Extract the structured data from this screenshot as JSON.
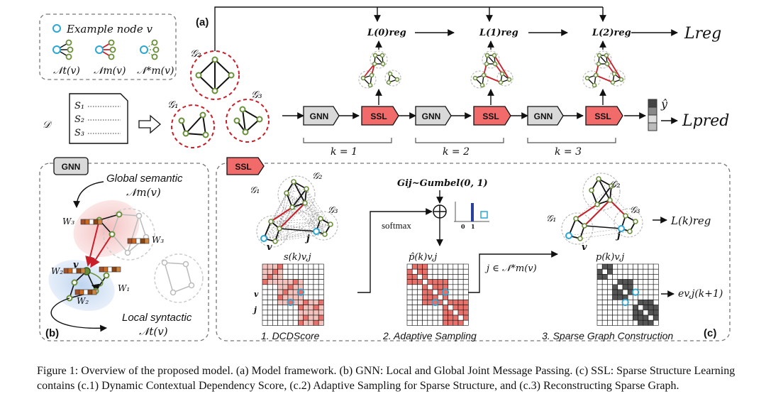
{
  "legend": {
    "example_node": "Example node v",
    "nt": "𝒩t(v)",
    "nm": "𝒩m(v)",
    "nm_star": "𝒩*m(v)"
  },
  "panel_a": {
    "tag": "(a)",
    "dataset": "𝒟",
    "sentences": [
      "S₁",
      "S₂",
      "S₃"
    ],
    "graphs": [
      "𝒢₁",
      "𝒢₂",
      "𝒢₃"
    ],
    "gnn": "GNN",
    "ssl": "SSL",
    "reg_losses": [
      "L(0)reg",
      "L(1)reg",
      "L(2)reg"
    ],
    "l_reg": "Lreg",
    "l_pred": "Lpred",
    "y_hat": "ŷ",
    "k_labels": [
      "k = 1",
      "k = 2",
      "k = 3"
    ]
  },
  "panel_b": {
    "tag": "(b)",
    "badge": "GNN",
    "global_semantic": "Global semantic",
    "global_set": "𝒩m(v)",
    "local_syntactic": "Local syntactic",
    "local_set": "𝒩t(v)",
    "weights": [
      "W₃",
      "W₃",
      "W₂",
      "W₁",
      "W₂"
    ],
    "node_v": "v"
  },
  "panel_c": {
    "tag": "(c)",
    "badge": "SSL",
    "gumbel": "Gij~Gumbel(0, 1)",
    "softmax": "softmax",
    "s_label": "s(k)v,j",
    "p_hat_label": "p̂(k)v,j",
    "p_label": "p(k)v,j",
    "cond": "j ∈ 𝒩*m(v)",
    "reg_loss": "L(k)reg",
    "edge_out": "ev,j(k+1)",
    "steps": [
      "1. DCDScore",
      "2. Adaptive Sampling",
      "3. Sparse Graph Construction"
    ],
    "graphs": [
      "𝒢₁",
      "𝒢₂",
      "𝒢₃"
    ],
    "axis0": "0",
    "axis1": "1",
    "node_v": "v",
    "node_j": "j"
  },
  "caption": {
    "text": "Figure 1: Overview of the proposed model. (a) Model framework. (b) GNN: Local and Global Joint Message Passing. (c) SSL: Sparse Structure Learning contains (c.1) Dynamic Contextual Dependency Score, (c.2) Adaptive Sampling for Sparse Structure, and (c.3) Reconstructing Sparse Graph."
  },
  "colors": {
    "red": "#c8202a",
    "ssl_fill": "#f26b6b",
    "gnn_fill": "#d9d9d9",
    "node_green": "#6a8f3a",
    "node_blue": "#2aa7d6",
    "matrix_red": "#e7726c",
    "matrix_pink": "#f4c3bd",
    "matrix_dark": "#555555"
  }
}
